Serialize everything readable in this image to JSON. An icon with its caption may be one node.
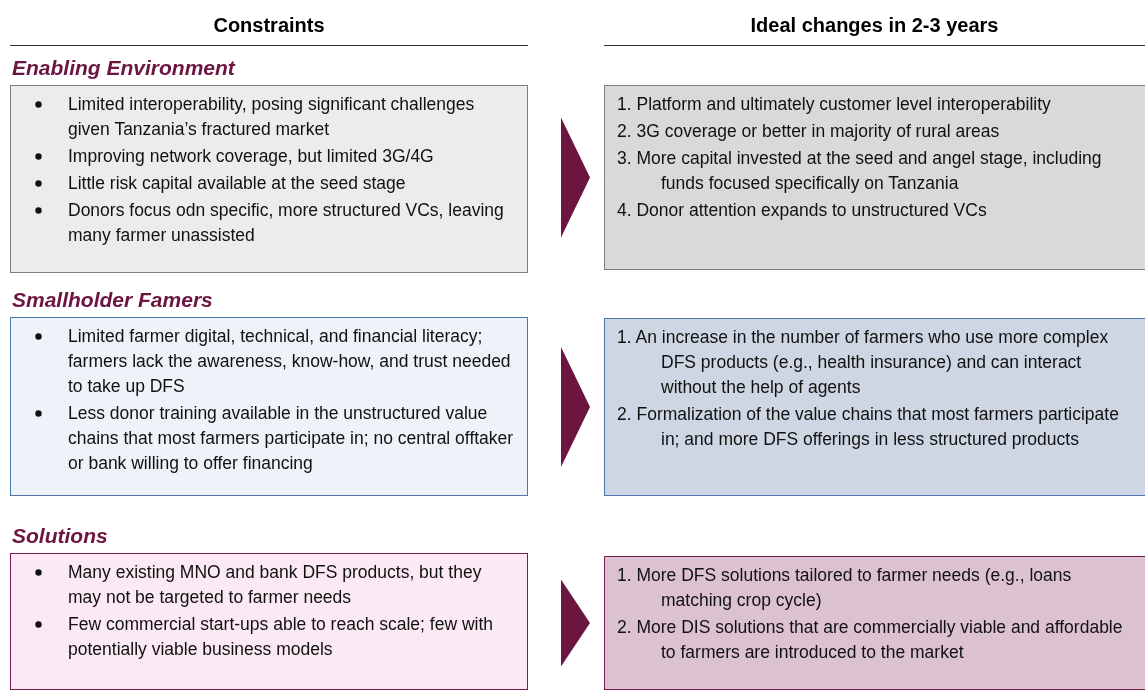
{
  "diagram": {
    "nodes": [
      {
        "text": [
          "Enabling Environment",
          "Limited interoperability, posing significant challenges given Tanzania’s fractured market",
          "Improving network coverage, but limited 3G/4G",
          "Little risk capital available at the seed stage",
          "Donors focus odn specific, more structured VCs, leaving many farmer unassisted"
        ]
      },
      {
        "text": [
          "1. Platform and ultimately customer level interoperability",
          "2. 3G coverage or better in majority of rural areas",
          "3. More capital invested at the seed and angel stage, including funds focused specifically on Tanzania",
          "4. Donor attention expands to unstructured VCs"
        ]
      },
      {
        "text": [
          "Smallholder Famers",
          "Limited farmer digital, technical, and financial literacy; farmers lack the awareness, know-how, and trust needed to take up DFS",
          "Less donor training available in the unstructured value chains that most farmers participate in; no central offtaker or bank willing to offer financing"
        ]
      },
      {
        "text": [
          "1. An increase in the number of farmers who use more complex DFS products (e.g., health insurance) and can interact without the help of agents",
          "2. Formalization of the value chains that most farmers participate in; and more DFS offerings in less structured products"
        ]
      },
      {
        "text": [
          "Solutions",
          "Many existing MNO and bank DFS products, but they may not be targeted to farmer needs",
          "Few commercial start-ups able to reach scale; few with potentially viable business models"
        ]
      },
      {
        "text": [
          "1. More DFS solutions tailored to farmer needs (e.g., loans matching crop cycle)",
          "2. More DIS solutions that are commercially viable and affordable to farmers are introduced to the market"
        ]
      }
    ],
    "edges": [
      {
        "from": 0,
        "to": 1,
        "arrow": "to"
      },
      {
        "from": 2,
        "to": 3,
        "arrow": "to"
      },
      {
        "from": 4,
        "to": 5,
        "arrow": "to"
      }
    ],
    "labels": [
      "Constraints",
      "Ideal changes in 2-3 years"
    ]
  }
}
